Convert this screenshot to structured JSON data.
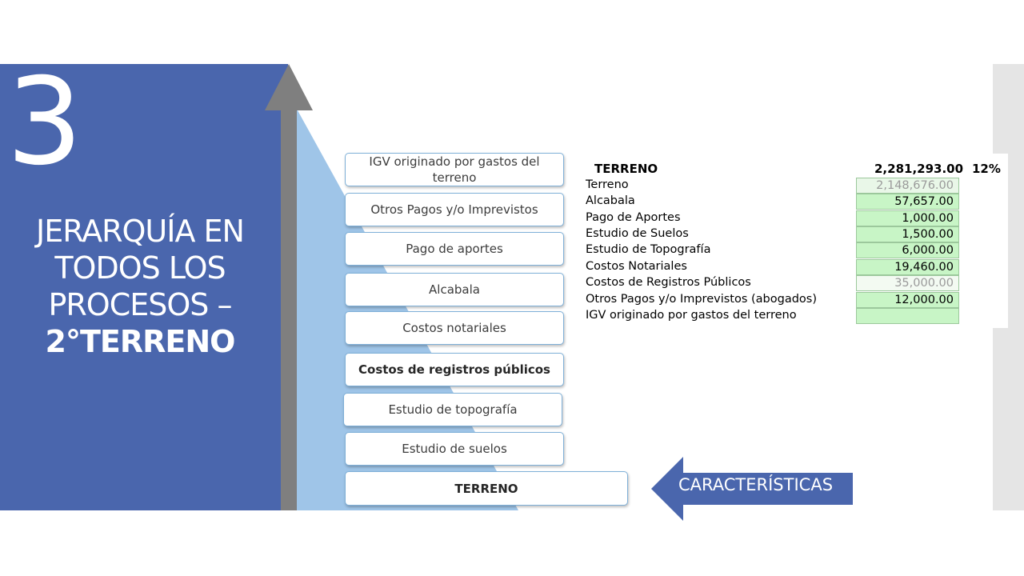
{
  "slide": {
    "number": "3",
    "title_lines": [
      "JERARQUÍA EN",
      "TODOS LOS",
      "PROCESOS –",
      "2°TERRENO"
    ]
  },
  "steps": [
    {
      "label": "IGV originado por gastos del terreno",
      "bold": false
    },
    {
      "label": "Otros Pagos y/o Imprevistos",
      "bold": false
    },
    {
      "label": "Pago de aportes",
      "bold": false
    },
    {
      "label": "Alcabala",
      "bold": false
    },
    {
      "label": "Costos notariales",
      "bold": false
    },
    {
      "label": "Costos de registros públicos",
      "bold": true
    },
    {
      "label": "Estudio de topografía",
      "bold": false
    },
    {
      "label": "Estudio de suelos",
      "bold": false
    },
    {
      "label": "TERRENO",
      "bold": true
    }
  ],
  "table": {
    "header": {
      "label": "TERRENO",
      "total": "2,281,293.00",
      "percent": "12%"
    },
    "rows": [
      {
        "label": "Terreno",
        "value": "2,148,676.00"
      },
      {
        "label": "Alcabala",
        "value": "57,657.00"
      },
      {
        "label": "Pago de Aportes",
        "value": "1,000.00"
      },
      {
        "label": "Estudio de Suelos",
        "value": "1,500.00"
      },
      {
        "label": "Estudio de Topografía",
        "value": "6,000.00"
      },
      {
        "label": "Costos Notariales",
        "value": "19,460.00"
      },
      {
        "label": "Costos de Registros Públicos",
        "value": "35,000.00"
      },
      {
        "label": "Otros Pagos y/o Imprevistos (abogados)",
        "value": "12,000.00"
      },
      {
        "label": "IGV originado por gastos del terreno",
        "value": ""
      }
    ]
  },
  "callout": {
    "label": "CARACTERÍSTICAS"
  },
  "colors": {
    "panel_blue": "#4a66ad",
    "light_blue": "#9fc5e8",
    "arrow_gray": "#7f7f7f",
    "cell_green": "#c8f5c6",
    "side_gray": "#e5e5e5"
  }
}
